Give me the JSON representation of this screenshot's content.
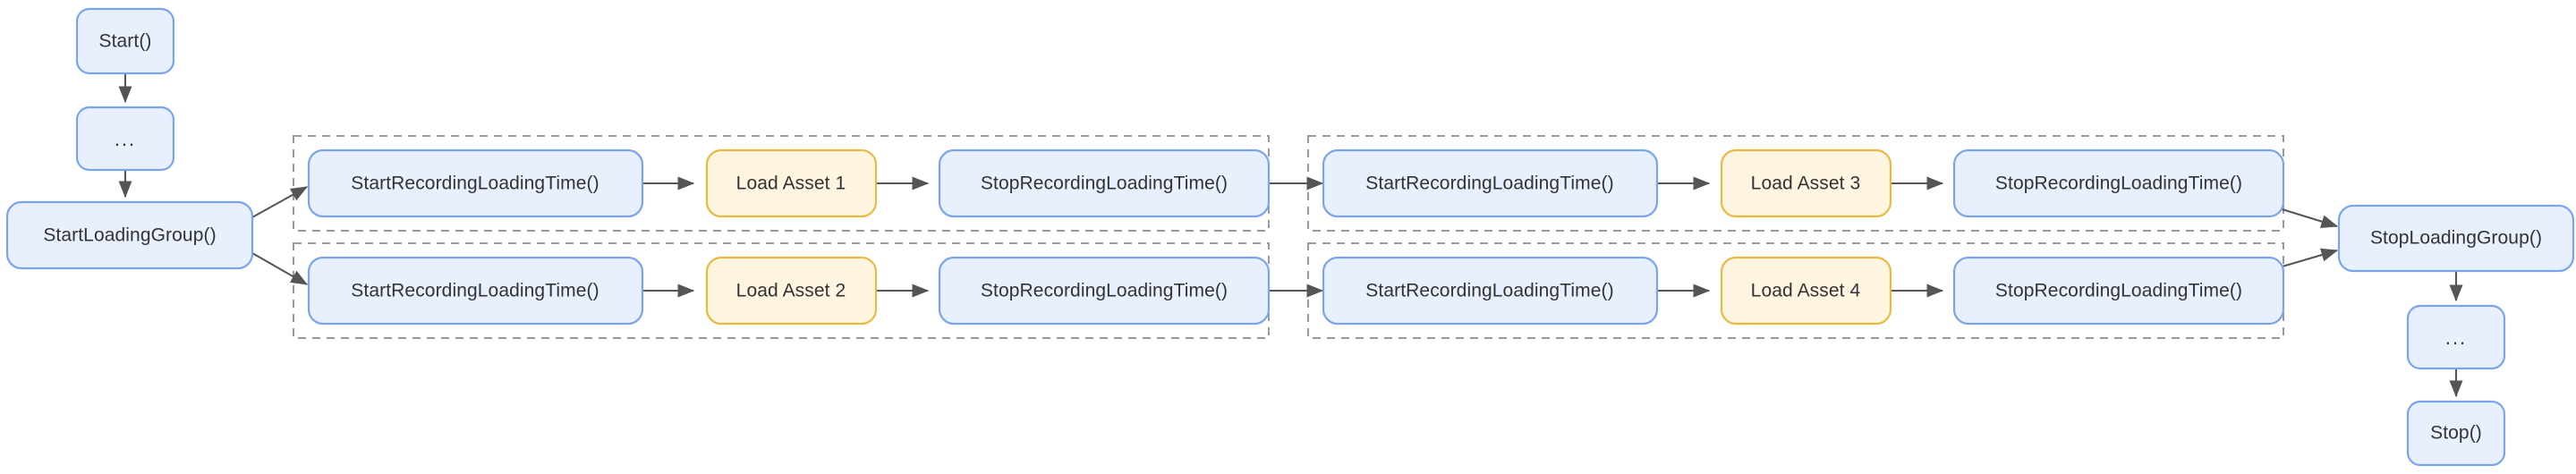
{
  "diagram": {
    "type": "flowchart",
    "orientation": "left-to-right",
    "background_color": "#ffffff",
    "node_styles": {
      "blue_fill": "#e8f0fe",
      "blue_stroke": "#7aa4ee",
      "yellow_fill": "#fdf5e0",
      "yellow_stroke": "#eab941",
      "text_color": "#333333",
      "edge_color": "#555555",
      "group_border_color": "#9a9a9a"
    },
    "nodes": {
      "start": "Start()",
      "ellipsis_top": "...",
      "start_loading_group": "StartLoadingGroup()",
      "stop_loading_group": "StopLoadingGroup()",
      "ellipsis_bottom": "...",
      "stop": "Stop()"
    },
    "groups": [
      {
        "id": "group-1-row-1",
        "steps": [
          {
            "label": "StartRecordingLoadingTime()",
            "kind": "blue"
          },
          {
            "label": "Load Asset 1",
            "kind": "yellow"
          },
          {
            "label": "StopRecordingLoadingTime()",
            "kind": "blue"
          }
        ]
      },
      {
        "id": "group-1-row-2",
        "steps": [
          {
            "label": "StartRecordingLoadingTime()",
            "kind": "blue"
          },
          {
            "label": "Load Asset 2",
            "kind": "yellow"
          },
          {
            "label": "StopRecordingLoadingTime()",
            "kind": "blue"
          }
        ]
      },
      {
        "id": "group-2-row-1",
        "steps": [
          {
            "label": "StartRecordingLoadingTime()",
            "kind": "blue"
          },
          {
            "label": "Load Asset 3",
            "kind": "yellow"
          },
          {
            "label": "StopRecordingLoadingTime()",
            "kind": "blue"
          }
        ]
      },
      {
        "id": "group-2-row-2",
        "steps": [
          {
            "label": "StartRecordingLoadingTime()",
            "kind": "blue"
          },
          {
            "label": "Load Asset 4",
            "kind": "yellow"
          },
          {
            "label": "StopRecordingLoadingTime()",
            "kind": "blue"
          }
        ]
      }
    ]
  }
}
